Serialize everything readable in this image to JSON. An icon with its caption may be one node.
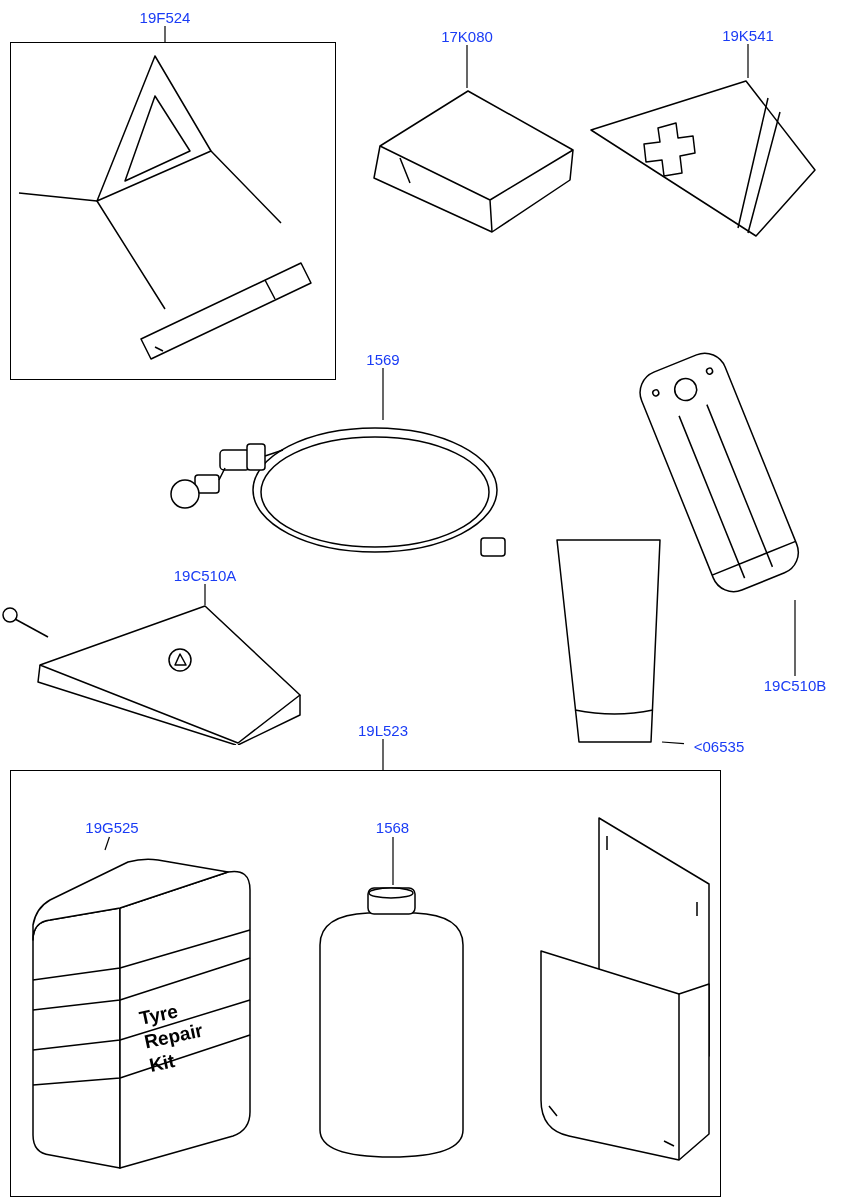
{
  "diagram": {
    "nodes": [
      {
        "text": [
          "19F524"
        ]
      },
      {
        "text": [],
        "shape": "box"
      },
      {
        "text": [
          "17K080"
        ]
      },
      {
        "text": [],
        "shape": "picture"
      },
      {
        "text": [
          "19K541"
        ]
      },
      {
        "text": [],
        "shape": "picture"
      },
      {
        "text": [
          "1569"
        ]
      },
      {
        "text": [],
        "shape": "picture"
      },
      {
        "text": [
          "19C510A"
        ]
      },
      {
        "text": [],
        "shape": "picture"
      },
      {
        "text": [],
        "shape": "picture"
      },
      {
        "text": [
          "19C510B"
        ]
      },
      {
        "text": [],
        "shape": "picture"
      },
      {
        "text": [
          "<06535"
        ]
      },
      {
        "text": [
          "19L523"
        ]
      },
      {
        "text": [],
        "shape": "box"
      },
      {
        "text": [
          "19G525"
        ],
        "in": 15
      },
      {
        "text": [
          "Tyre Repair Kit"
        ],
        "in": 15
      },
      {
        "text": [
          "1568"
        ],
        "in": 15
      },
      {
        "text": [],
        "shape": "cylinder",
        "in": 15
      }
    ],
    "edges": [
      {
        "from": 0,
        "to": 1,
        "arrow": "none"
      },
      {
        "from": 2,
        "to": 3,
        "arrow": "none"
      },
      {
        "from": 4,
        "to": 5,
        "arrow": "none"
      },
      {
        "from": 6,
        "to": 7,
        "arrow": "none"
      },
      {
        "from": 8,
        "to": 9,
        "arrow": "none"
      },
      {
        "from": 11,
        "to": 10,
        "arrow": "none"
      },
      {
        "from": 13,
        "to": 12,
        "arrow": "none"
      },
      {
        "from": 14,
        "to": 15,
        "arrow": "none"
      },
      {
        "from": 16,
        "to": 17,
        "arrow": "none"
      },
      {
        "from": 18,
        "to": 19,
        "arrow": "none"
      }
    ]
  }
}
